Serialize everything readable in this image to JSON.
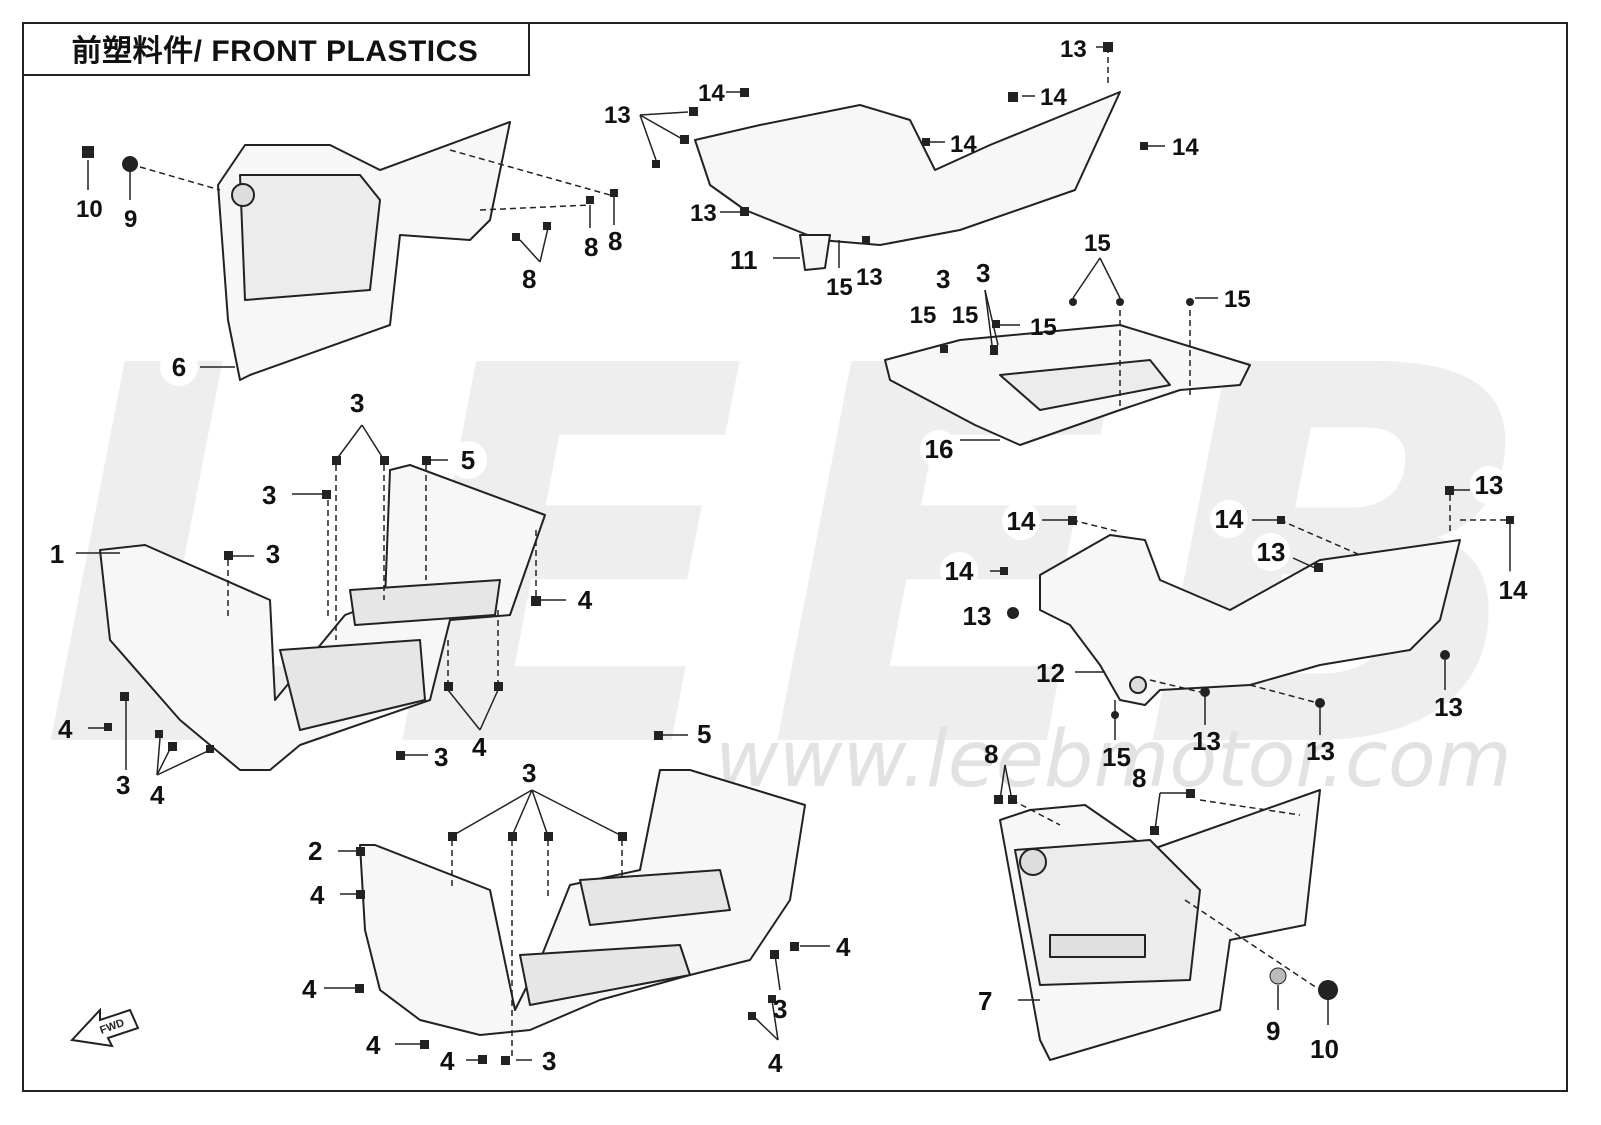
{
  "title": "前塑料件/ FRONT PLASTICS",
  "watermark": {
    "brand": "LEEB",
    "url": "www.leebmotor.com"
  },
  "fwd_label": "FWD",
  "callouts": {
    "c1": "1",
    "c2": "2",
    "c3": "3",
    "c4": "4",
    "c5": "5",
    "c6": "6",
    "c7": "7",
    "c8": "8",
    "c9": "9",
    "c10": "10",
    "c11": "11",
    "c12": "12",
    "c13": "13",
    "c14": "14",
    "c15": "15",
    "c16": "16"
  },
  "colors": {
    "line": "#222222",
    "watermark": "#eeeeee",
    "part_fill": "#f7f7f7"
  }
}
